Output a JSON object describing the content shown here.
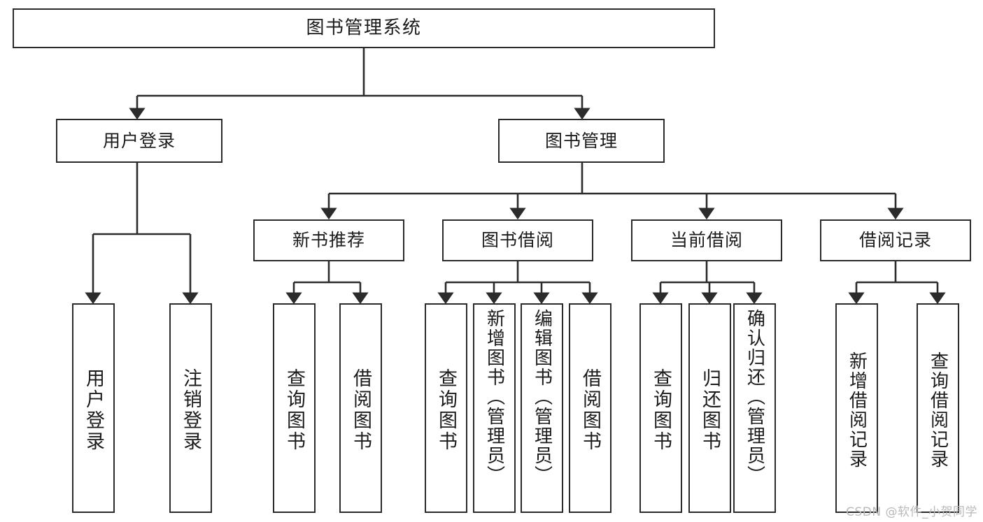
{
  "diagram": {
    "title": "图书管理系统",
    "type": "tree-hierarchy",
    "stroke_color": "#2b2b2b",
    "fill_color": "#ffffff",
    "text_color": "#1b1b1b"
  },
  "nodes": {
    "root": {
      "label": "图书管理系统"
    },
    "level2": [
      {
        "label": "用户登录"
      },
      {
        "label": "图书管理"
      }
    ],
    "level3": [
      {
        "label": "新书推荐"
      },
      {
        "label": "图书借阅"
      },
      {
        "label": "当前借阅"
      },
      {
        "label": "借阅记录"
      }
    ],
    "leaves": {
      "user_login": [
        {
          "label": "用户登录"
        },
        {
          "label": "注销登录"
        }
      ],
      "new_book": [
        {
          "label": "查询图书"
        },
        {
          "label": "借阅图书"
        }
      ],
      "book_borrow": [
        {
          "label": "查询图书"
        },
        {
          "label": "新增图书（管理员）"
        },
        {
          "label": "编辑图书（管理员）"
        },
        {
          "label": "借阅图书"
        }
      ],
      "current_borrow": [
        {
          "label": "查询图书"
        },
        {
          "label": "归还图书"
        },
        {
          "label": "确认归还（管理员）"
        }
      ],
      "borrow_record": [
        {
          "label": "新增借阅记录"
        },
        {
          "label": "查询借阅记录"
        }
      ]
    }
  },
  "watermark": {
    "text": "CSDN @软件_小贺同学"
  }
}
